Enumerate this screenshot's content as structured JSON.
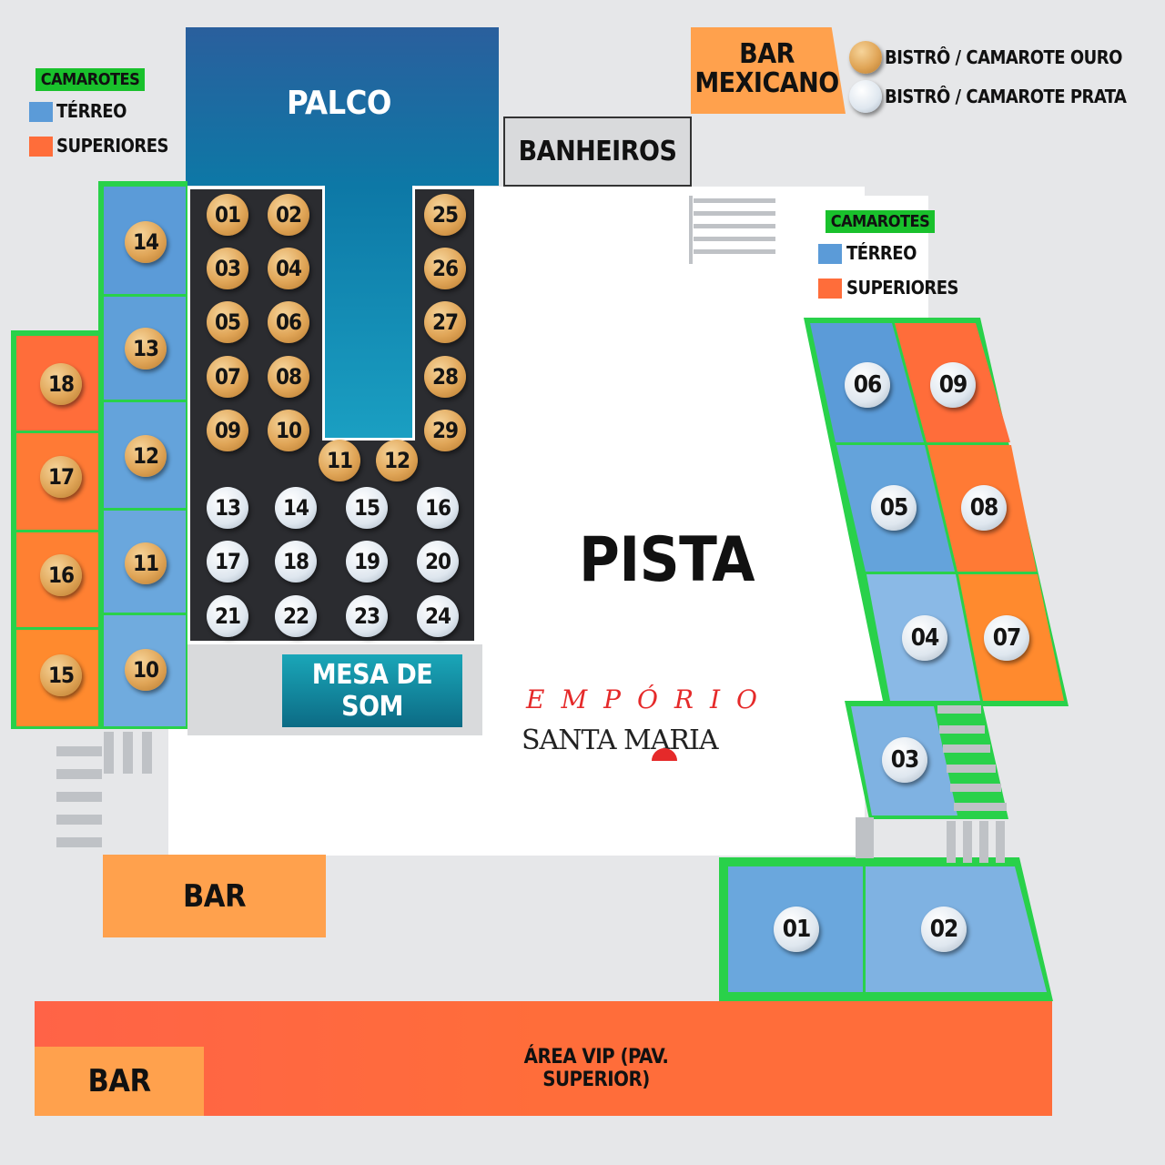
{
  "legend_left": {
    "title": "CAMAROTES",
    "terreo": "TÉRREO",
    "superiores": "SUPERIORES"
  },
  "legend_right": {
    "title": "CAMAROTES",
    "terreo": "TÉRREO",
    "superiores": "SUPERIORES"
  },
  "legend_bistro": {
    "ouro": "BISTRÔ / CAMAROTE OURO",
    "prata": "BISTRÔ / CAMAROTE PRATA"
  },
  "areas": {
    "palco": "PALCO",
    "banheiros": "BANHEIROS",
    "bar_mexicano_1": "BAR",
    "bar_mexicano_2": "MEXICANO",
    "pista": "PISTA",
    "mesa_de_som": "MESA DE SOM",
    "bar_left": "BAR",
    "bar_bottom": "BAR",
    "area_vip": "ÁREA VIP (PAV. SUPERIOR)"
  },
  "logo": {
    "line1": "EMPÓRIO",
    "line2": "SANTA MARIA"
  },
  "bistro_gold": [
    "01",
    "02",
    "03",
    "04",
    "05",
    "06",
    "07",
    "08",
    "09",
    "10",
    "11",
    "12",
    "25",
    "26",
    "27",
    "28",
    "29"
  ],
  "bistro_silver": [
    "13",
    "14",
    "15",
    "16",
    "17",
    "18",
    "19",
    "20",
    "21",
    "22",
    "23",
    "24"
  ],
  "left_terreo": [
    "14",
    "13",
    "12",
    "11",
    "10"
  ],
  "left_superiores": [
    "18",
    "17",
    "16",
    "15"
  ],
  "right_terreo": [
    "06",
    "05",
    "04",
    "03",
    "01",
    "02"
  ],
  "right_superiores": [
    "09",
    "08",
    "07"
  ],
  "colors": {
    "terreo": "#5b9bd8",
    "superiores": "#ff6d3a",
    "green_border": "#29d14a",
    "bistro_bg": "#2b2c30",
    "stage": "#1f6fa8",
    "bar": "#ffa14d"
  }
}
